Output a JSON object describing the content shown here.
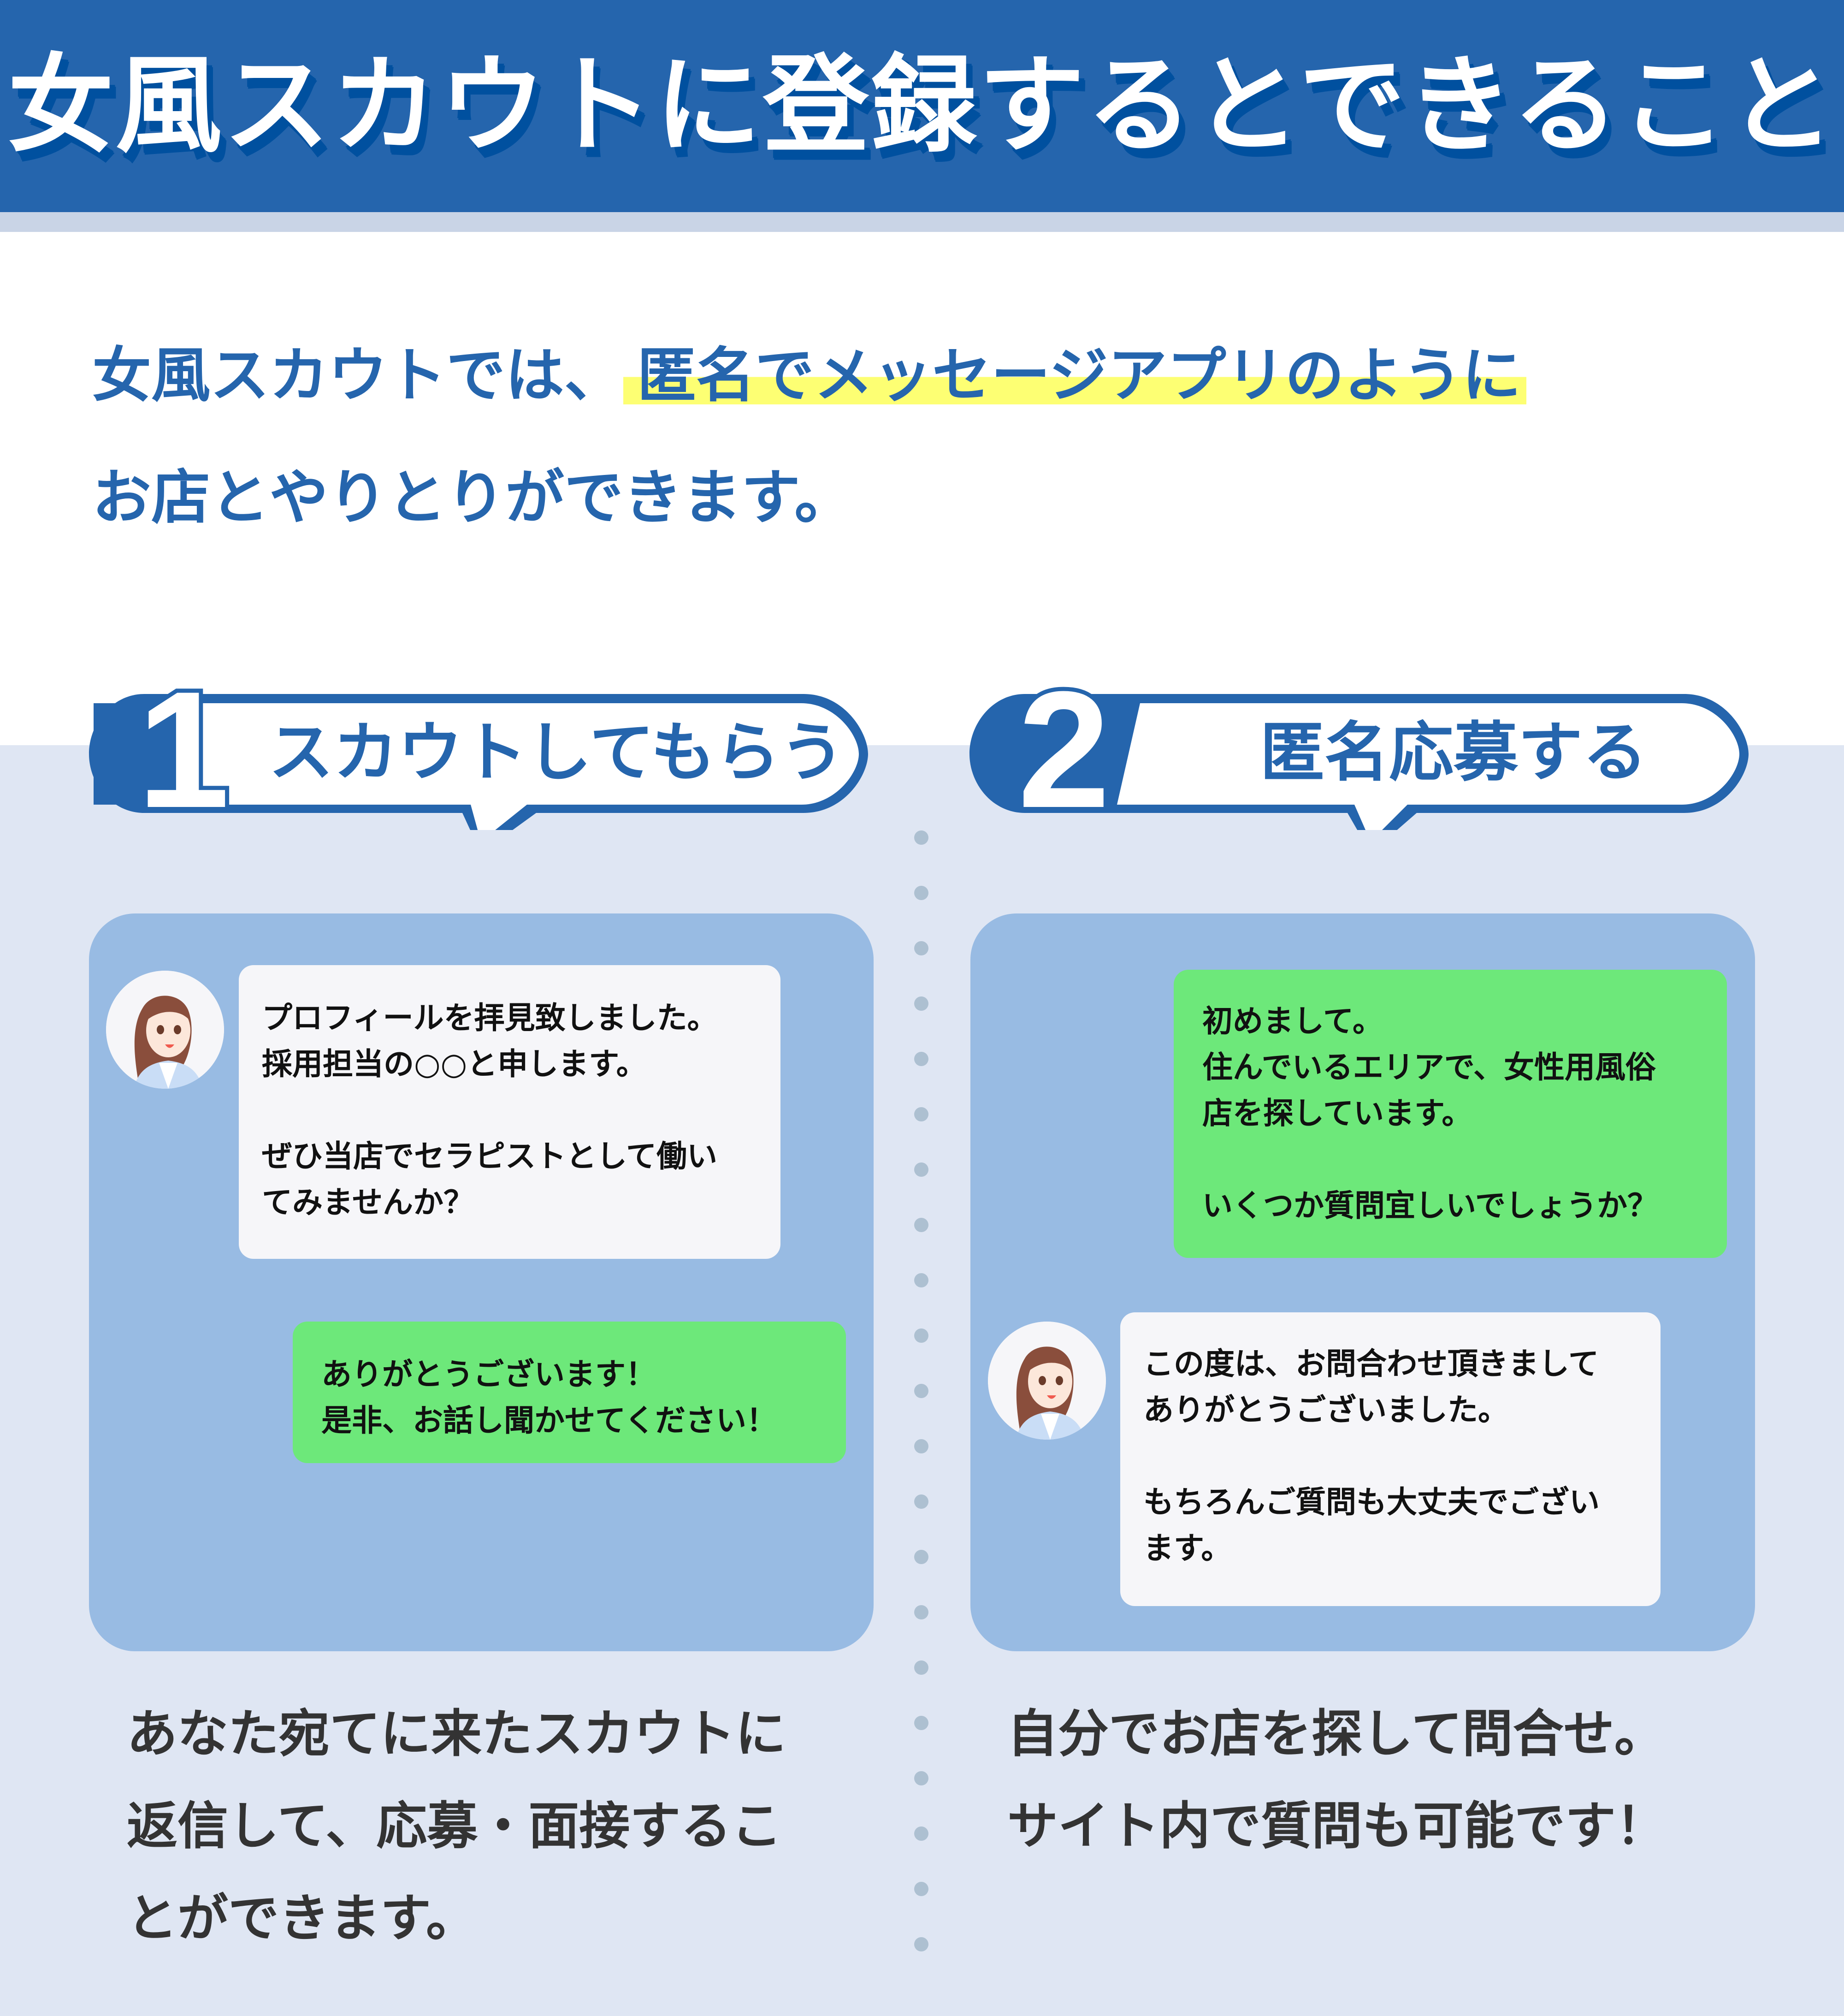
{
  "header": {
    "title": "女風スカウトに登録するとできること"
  },
  "intro": {
    "line1_prefix": "女風スカウトでは、",
    "line1_highlight": "匿名でメッセージアプリのように",
    "line2": "お店とやりとりができます。"
  },
  "colors": {
    "brand_blue": "#2565AD",
    "title_shadow": "#00509F",
    "highlight_yellow": "#FDFF73",
    "section_bg": "#DFE6F3",
    "panel_bg": "#98BBE3",
    "bubble_white": "#F6F6F9",
    "bubble_green": "#6DE87A",
    "caption_text": "#333333",
    "divider_dot": "#ADC0D1"
  },
  "steps": [
    {
      "number": "1",
      "label": "スカウトしてもらう",
      "messages": [
        {
          "sender": "shop",
          "style": "white",
          "text": "プロフィールを拝見致しました。\n採用担当の○○と申します。\n\nぜひ当店でセラピストとして働い\nてみませんか？"
        },
        {
          "sender": "user",
          "style": "green",
          "text": "ありがとうございます！\n是非、お話し聞かせてください！"
        }
      ],
      "caption": "あなた宛てに来たスカウトに\n返信して、応募・面接するこ\nとができます。"
    },
    {
      "number": "2",
      "label": "匿名応募する",
      "messages": [
        {
          "sender": "user",
          "style": "green",
          "text": "初めまして。\n住んでいるエリアで、女性用風俗\n店を探しています。\n\nいくつか質問宜しいでしょうか？"
        },
        {
          "sender": "shop",
          "style": "white",
          "text": "この度は、お問合わせ頂きまして\nありがとうございました。\n\nもちろんご質問も大丈夫でござい\nます。"
        }
      ],
      "caption": "自分でお店を探して問合せ。\nサイト内で質問も可能です！"
    }
  ],
  "divider": {
    "dot_count": 21
  }
}
